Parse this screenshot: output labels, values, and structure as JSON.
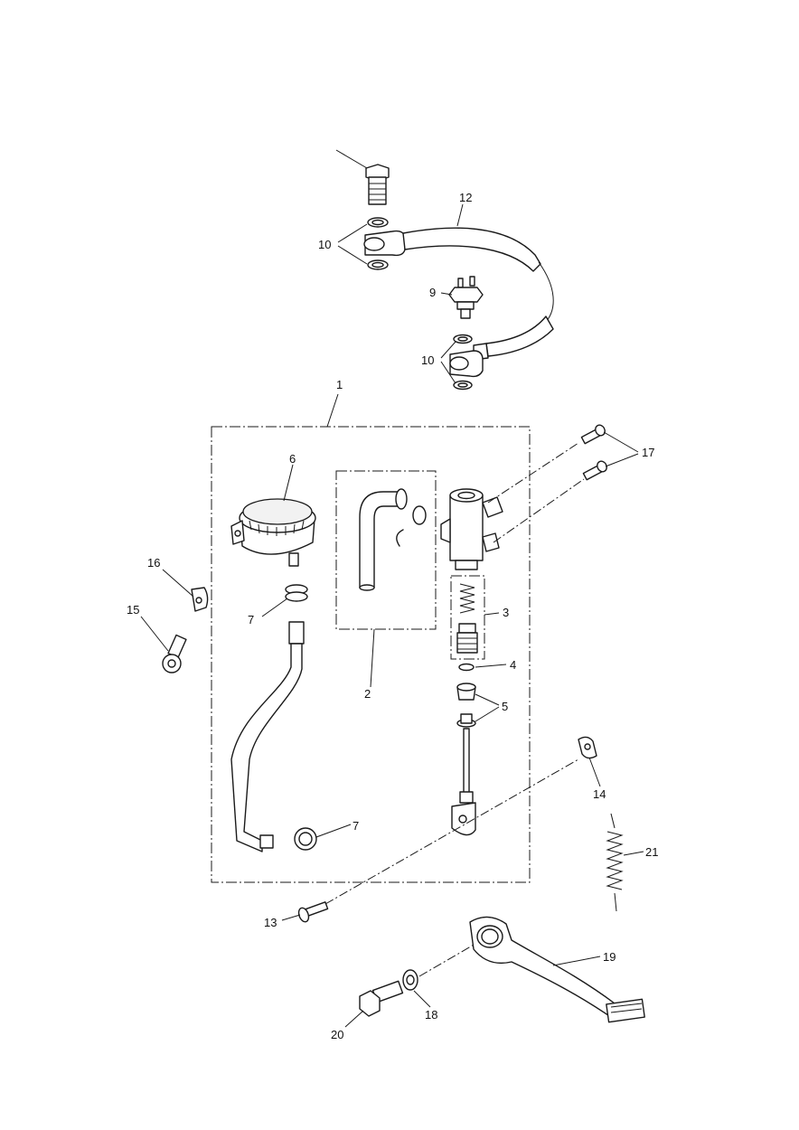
{
  "diagram": {
    "callouts": {
      "c1": "1",
      "c2": "2",
      "c3": "3",
      "c4": "4",
      "c5": "5",
      "c6": "6",
      "c7a": "7",
      "c7b": "7",
      "c9": "9",
      "c10a": "10",
      "c10b": "10",
      "c12": "12",
      "c13": "13",
      "c14": "14",
      "c15": "15",
      "c16": "16",
      "c17": "17",
      "c18": "18",
      "c19": "19",
      "c20": "20",
      "c21": "21"
    }
  }
}
